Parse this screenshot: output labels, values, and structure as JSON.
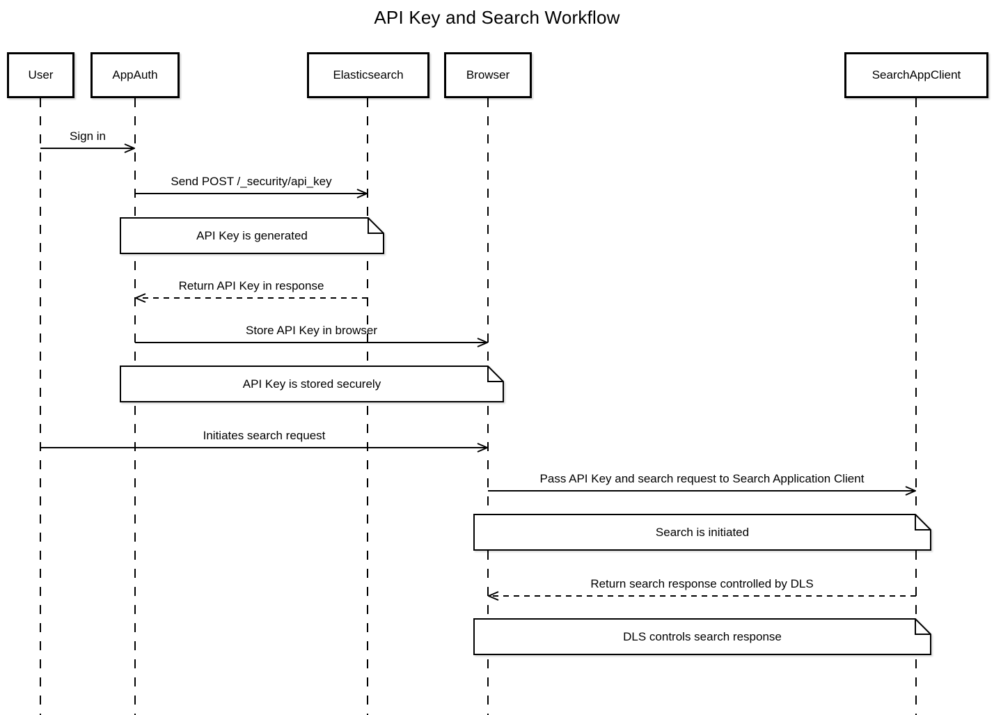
{
  "title": "API Key and Search Workflow",
  "colors": {
    "line": "#000000",
    "background": "#ffffff"
  },
  "actors": [
    {
      "label": "User"
    },
    {
      "label": "AppAuth"
    },
    {
      "label": "Elasticsearch"
    },
    {
      "label": "Browser"
    },
    {
      "label": "SearchAppClient"
    }
  ],
  "messages": [
    {
      "text": "Sign in",
      "from": "User",
      "to": "AppAuth",
      "style": "solid",
      "direction": "right"
    },
    {
      "text": "Send POST /_security/api_key",
      "from": "AppAuth",
      "to": "Elasticsearch",
      "style": "solid",
      "direction": "right"
    },
    {
      "text": "Return API Key in response",
      "from": "Elasticsearch",
      "to": "AppAuth",
      "style": "dashed",
      "direction": "left"
    },
    {
      "text": "Store API Key in browser",
      "from": "AppAuth",
      "to": "Browser",
      "style": "solid",
      "direction": "right"
    },
    {
      "text": "Initiates search request",
      "from": "User",
      "to": "Browser",
      "style": "solid",
      "direction": "right"
    },
    {
      "text": "Pass API Key and search request to Search Application Client",
      "from": "Browser",
      "to": "SearchAppClient",
      "style": "solid",
      "direction": "right"
    },
    {
      "text": "Return search response controlled by DLS",
      "from": "SearchAppClient",
      "to": "Browser",
      "style": "dashed",
      "direction": "left"
    }
  ],
  "notes": [
    {
      "text": "API Key is generated",
      "spans": "AppAuth-Elasticsearch"
    },
    {
      "text": "API Key is stored securely",
      "spans": "AppAuth-Browser"
    },
    {
      "text": "Search is initiated",
      "spans": "Browser-SearchAppClient"
    },
    {
      "text": "DLS controls search response",
      "spans": "Browser-SearchAppClient"
    }
  ]
}
